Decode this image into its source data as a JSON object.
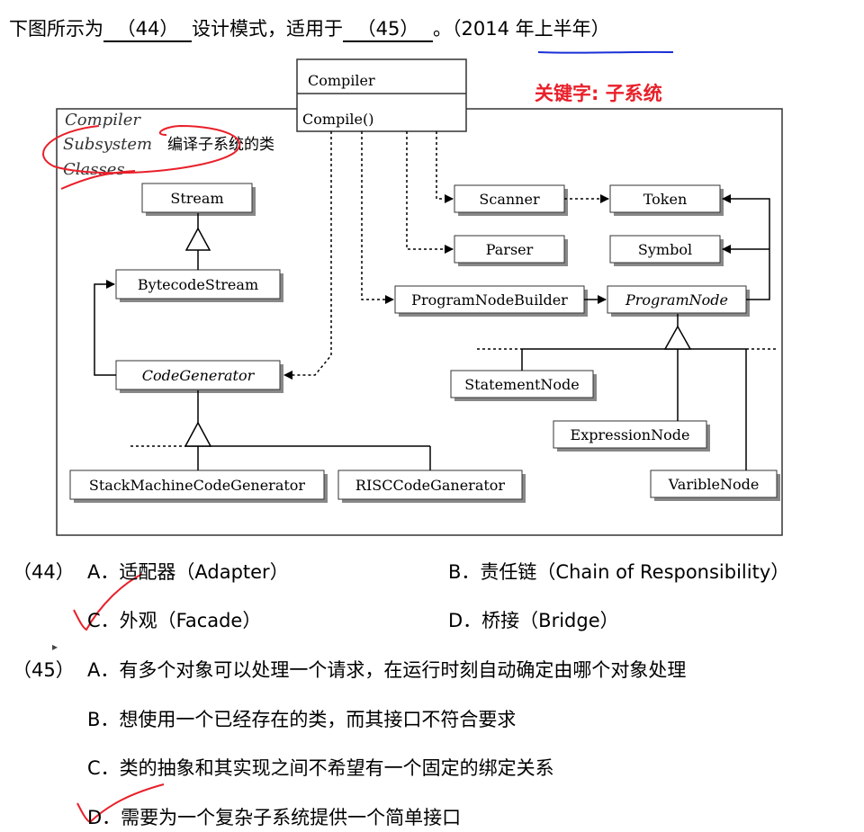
{
  "question": {
    "prefix": "下图所示为",
    "blank1": "（44）",
    "middle": "设计模式，适用于",
    "blank2": "（45）",
    "suffix": "。（",
    "year": "2014",
    "year_tail": "年上半年）"
  },
  "keyword_note": "关键字: 子系统",
  "diagram": {
    "facade_class": "Compiler",
    "facade_method": "Compile()",
    "frame_label_line1": "Compiler",
    "frame_label_line2": "Subsystem",
    "frame_label_line2_cn": "编译子系统的类",
    "frame_label_line3": "Classes",
    "boxes": {
      "stream": "Stream",
      "bytecode_stream": "BytecodeStream",
      "code_generator": "CodeGenerator",
      "stack_machine": "StackMachineCodeGenerator",
      "risc": "RISCCodeGanerator",
      "scanner": "Scanner",
      "token": "Token",
      "parser": "Parser",
      "symbol": "Symbol",
      "program_node_builder": "ProgramNodeBuilder",
      "program_node": "ProgramNode",
      "statement_node": "StatementNode",
      "expression_node": "ExpressionNode",
      "variable_node": "VaribleNode"
    }
  },
  "q44": {
    "number": "（44）",
    "options": [
      {
        "letter": "A．",
        "text": "适配器（Adapter）"
      },
      {
        "letter": "B．",
        "text": "责任链（Chain of Responsibility）"
      },
      {
        "letter": "C．",
        "text": "外观（Facade）"
      },
      {
        "letter": "D．",
        "text": "桥接（Bridge）"
      }
    ]
  },
  "q45": {
    "number": "（45）",
    "options": [
      {
        "letter": "A．",
        "text": "有多个对象可以处理一个请求，在运行时刻自动确定由哪个对象处理"
      },
      {
        "letter": "B．",
        "text": "想使用一个已经存在的类，而其接口不符合要求"
      },
      {
        "letter": "C．",
        "text": "类的抽象和其实现之间不希望有一个固定的绑定关系"
      },
      {
        "letter": "D．",
        "text": "需要为一个复杂子系统提供一个简单接口"
      }
    ]
  },
  "colors": {
    "annotation_red": "#e8202a",
    "annotation_blue": "#1a2fd6"
  }
}
